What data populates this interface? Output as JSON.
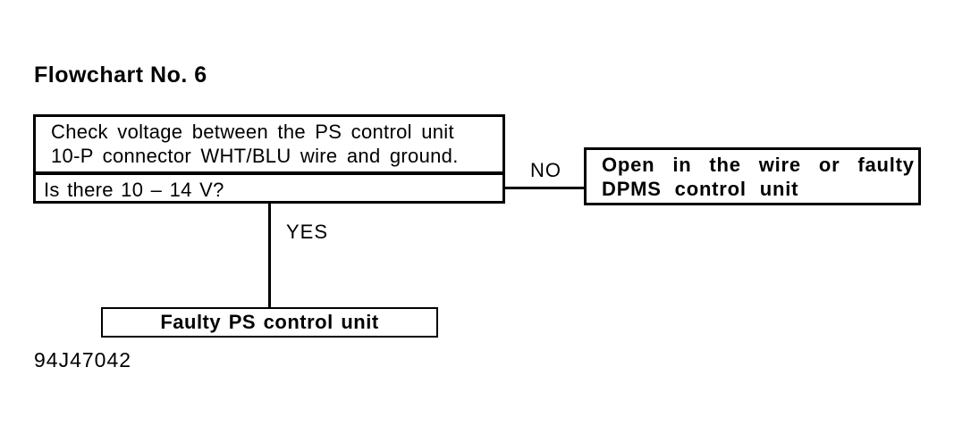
{
  "page": {
    "title": "Flowchart No. 6",
    "figure_code": "94J47042",
    "colors": {
      "ink": "#000000",
      "paper": "#ffffff"
    }
  },
  "flowchart": {
    "decision_box": {
      "instruction_line1": "Check voltage between the PS control unit",
      "instruction_line2": "10-P connector WHT/BLU wire and ground.",
      "question": "Is there 10 – 14 V?"
    },
    "no_branch": {
      "label": "NO",
      "result_line1": "Open in the wire or faulty",
      "result_line2": "DPMS control unit"
    },
    "yes_branch": {
      "label": "YES",
      "result": "Faulty PS control unit"
    }
  }
}
